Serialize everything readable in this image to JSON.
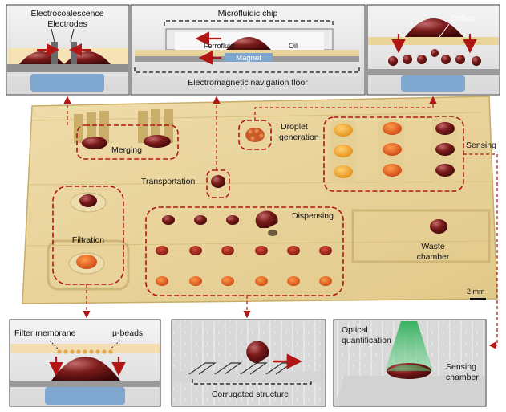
{
  "colors": {
    "chip": "#e9d49a",
    "chip_edge": "#c9ad68",
    "droplet_dark": "#5e1111",
    "droplet_red": "#9c1e14",
    "droplet_orange": "#e0541a",
    "droplet_amber": "#f09c1c",
    "dash_red": "#b01616",
    "magnet_blue": "#7fa6cf"
  },
  "panels": {
    "electrocoalescence": {
      "title": "Electrocoalescence",
      "subtitle": "Electrodes"
    },
    "microfluidic": {
      "title": "Microfluidic chip",
      "ferrofluid": "Ferrofluid",
      "oil": "Oil",
      "magnet": "Magnet",
      "floor": "Electromagnetic navigation floor"
    },
    "orifice": {
      "label": "Orifice"
    },
    "filter": {
      "membrane": "Filter membrane",
      "beads": "μ-beads"
    },
    "corrugated": {
      "label": "Corrugated structure"
    },
    "optical": {
      "title_line1": "Optical",
      "title_line2": "quantification",
      "sensing_line1": "Sensing",
      "sensing_line2": "chamber"
    }
  },
  "chip": {
    "merging": "Merging",
    "transportation": "Transportation",
    "droplet_gen_line1": "Droplet",
    "droplet_gen_line2": "generation",
    "sensing": "Sensing",
    "filtration": "Filtration",
    "dispensing": "Dispensing",
    "waste_line1": "Waste",
    "waste_line2": "chamber",
    "scale": "2 mm"
  }
}
